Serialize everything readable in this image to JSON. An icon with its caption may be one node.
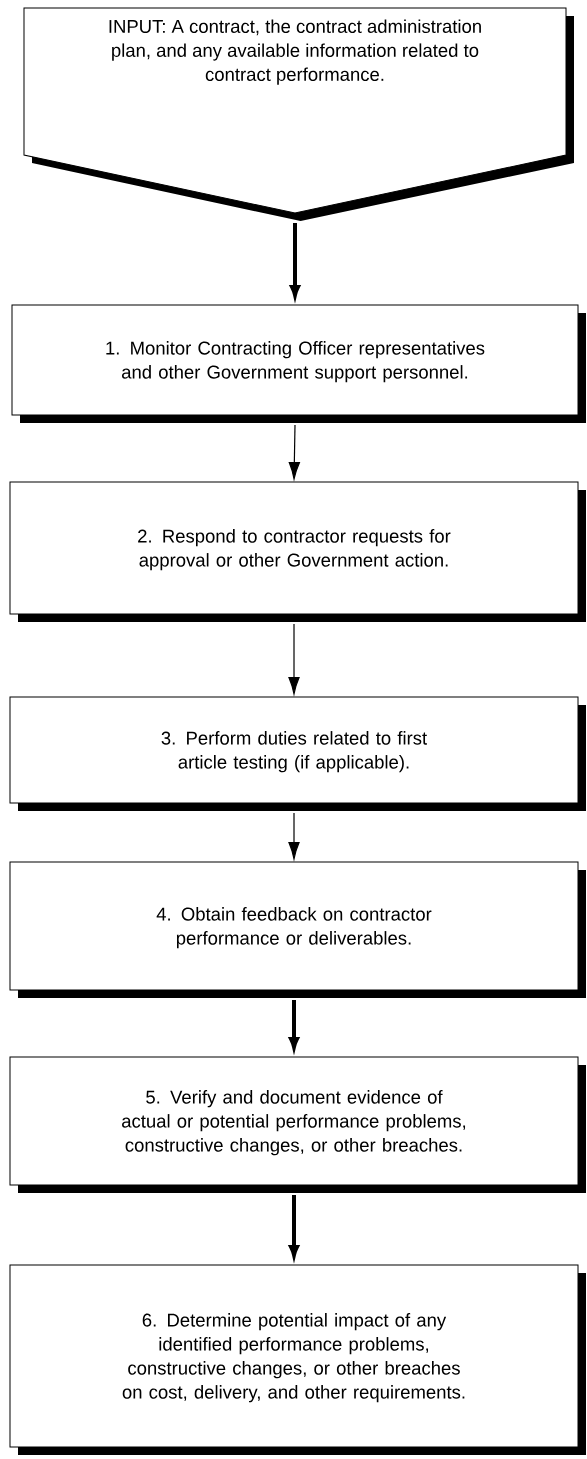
{
  "diagram": {
    "nodes": [
      {
        "text": [
          "INPUT:  A contract, the contract administration plan, and any available information related to contract performance."
        ]
      },
      {
        "text": [
          "1.  Monitor Contracting Officer representatives and other Government support personnel."
        ]
      },
      {
        "text": [
          "2.  Respond to contractor requests for approval or other Government action."
        ]
      },
      {
        "text": [
          "3.  Perform duties related to first article testing (if applicable)."
        ]
      },
      {
        "text": [
          "4.  Obtain feedback on contractor performance or deliverables."
        ]
      },
      {
        "text": [
          "5.  Verify and document evidence of actual or potential performance problems, constructive changes, or other breaches."
        ]
      },
      {
        "text": [
          "6.  Determine potential impact of any identified performance problems, constructive changes, or other breaches on cost, delivery, and other requirements."
        ]
      }
    ],
    "edges": [
      {
        "from": 0,
        "to": 1,
        "arrow": "to",
        "style": "thick"
      },
      {
        "from": 1,
        "to": 2,
        "arrow": "to"
      },
      {
        "from": 2,
        "to": 3,
        "arrow": "to"
      },
      {
        "from": 3,
        "to": 4,
        "arrow": "to"
      },
      {
        "from": 4,
        "to": 5,
        "arrow": "to",
        "style": "thick"
      },
      {
        "from": 5,
        "to": 6,
        "arrow": "to",
        "style": "thick"
      }
    ]
  }
}
